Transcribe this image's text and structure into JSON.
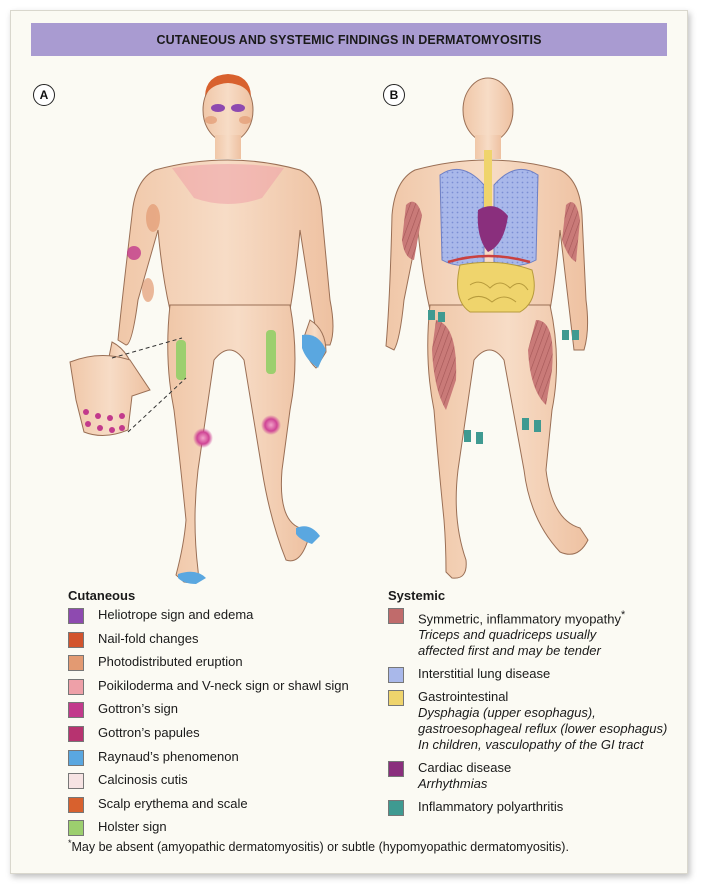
{
  "title": "CUTANEOUS AND SYSTEMIC FINDINGS IN DERMATOMYOSITIS",
  "panels": {
    "a": "A",
    "b": "B"
  },
  "cutaneous": {
    "heading": "Cutaneous",
    "items": [
      {
        "label": "Heliotrope sign and edema",
        "color": "#8e4ab0"
      },
      {
        "label": "Nail-fold changes",
        "color": "#d2542d"
      },
      {
        "label": "Photodistributed eruption",
        "color": "#e39a72"
      },
      {
        "label": "Poikiloderma and V-neck sign or shawl sign",
        "color": "#eea0a8"
      },
      {
        "label": "Gottron’s sign",
        "color": "#c23a8c"
      },
      {
        "label": "Gottron’s papules",
        "color": "#b73370"
      },
      {
        "label": "Raynaud’s phenomenon",
        "color": "#5aa7e0"
      },
      {
        "label": "Calcinosis cutis",
        "color": "#f6e3e3"
      },
      {
        "label": "Scalp erythema and scale",
        "color": "#d8612e"
      },
      {
        "label": "Holster sign",
        "color": "#9ccf6e"
      }
    ]
  },
  "systemic": {
    "heading": "Systemic",
    "items": [
      {
        "label": "Symmetric, inflammatory myopathy",
        "mark": "*",
        "note": [
          "Triceps and quadriceps usually",
          "affected first and may be tender"
        ],
        "color": "#c06b6b"
      },
      {
        "label": "Interstitial lung disease",
        "note": [],
        "color": "#a9b8ea"
      },
      {
        "label": "Gastrointestinal",
        "note": [
          "Dysphagia (upper esophagus),",
          "gastroesophageal reflux (lower esophagus)",
          "In children, vasculopathy of the GI tract"
        ],
        "color": "#efd46c"
      },
      {
        "label": "Cardiac disease",
        "note": [
          "Arrhythmias"
        ],
        "color": "#8a2f7d"
      },
      {
        "label": "Inflammatory polyarthritis",
        "note": [],
        "color": "#3f9a91"
      }
    ]
  },
  "footnote": {
    "mark": "*",
    "text": "May be absent (amyopathic dermatomyositis) or subtle (hypomyopathic dermatomyositis)."
  }
}
